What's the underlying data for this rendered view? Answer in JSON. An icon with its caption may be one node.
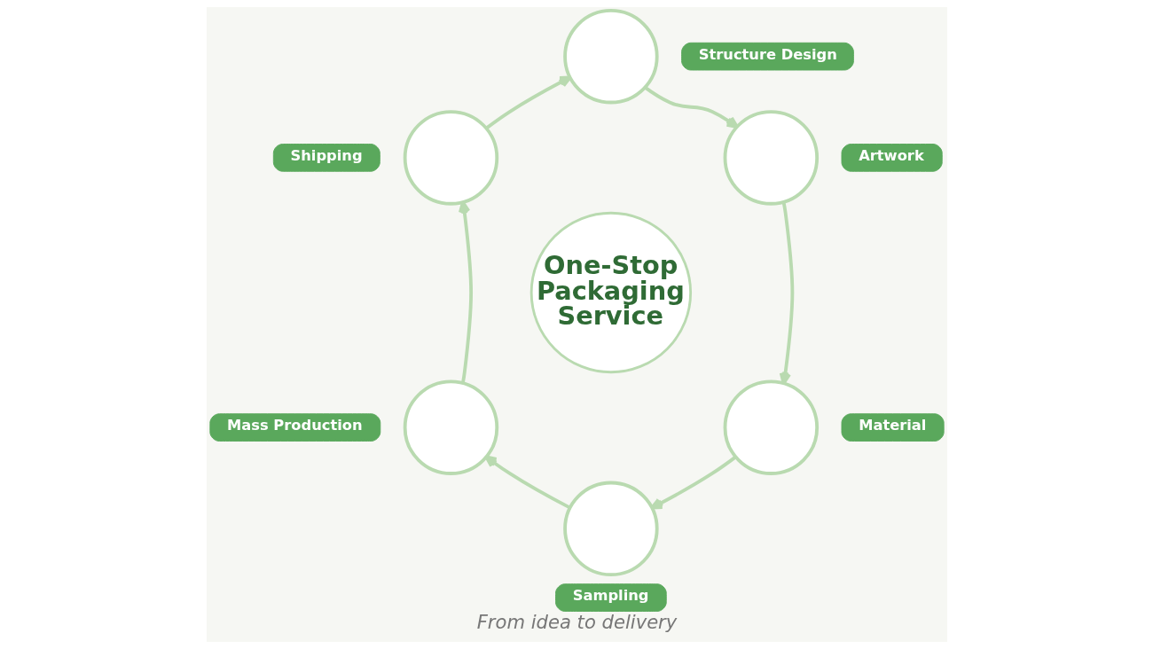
{
  "diagram": {
    "caption": "From idea to delivery",
    "nodes": [
      {
        "text": [
          "One-Stop Packaging Service"
        ]
      },
      {
        "text": [],
        "shape": "circle"
      },
      {
        "text": [
          "Structure Design"
        ]
      },
      {
        "text": [],
        "shape": "circle"
      },
      {
        "text": [
          "Artwork"
        ]
      },
      {
        "text": [],
        "shape": "circle"
      },
      {
        "text": [
          "Material"
        ]
      },
      {
        "text": [],
        "shape": "circle"
      },
      {
        "text": [
          "Sampling"
        ]
      },
      {
        "text": [],
        "shape": "circle"
      },
      {
        "text": [
          "Mass Production"
        ]
      },
      {
        "text": [],
        "shape": "circle"
      },
      {
        "text": [
          "Shipping"
        ]
      }
    ],
    "edges": [
      {
        "from": 1,
        "to": 3,
        "arrow": "to"
      },
      {
        "from": 3,
        "to": 5,
        "arrow": "to"
      },
      {
        "from": 5,
        "to": 7,
        "arrow": "to"
      },
      {
        "from": 7,
        "to": 9,
        "arrow": "to"
      },
      {
        "from": 9,
        "to": 11,
        "arrow": "to"
      },
      {
        "from": 11,
        "to": 1,
        "arrow": "to"
      }
    ]
  }
}
